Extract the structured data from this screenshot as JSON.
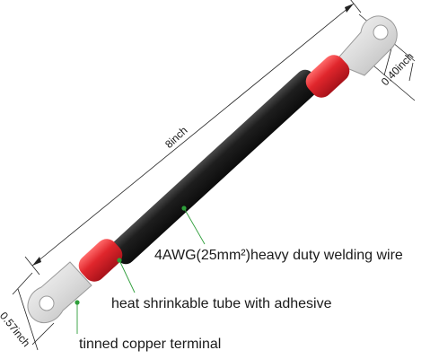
{
  "dimensions": {
    "length": "8inch",
    "right_terminal": "0.40inch",
    "left_terminal": "0.57inch"
  },
  "labels": {
    "wire": "4AWG(25mm²)heavy duty welding wire",
    "tube": "heat shrinkable tube with adhesive",
    "terminal": "tinned copper terminal"
  },
  "colors": {
    "cable_black": "#1c1c1c",
    "sleeve_red": "#e0262c",
    "terminal_silver": "#e6e6e6",
    "callout_green": "#2e9e3a",
    "dimension_line": "#222222"
  }
}
